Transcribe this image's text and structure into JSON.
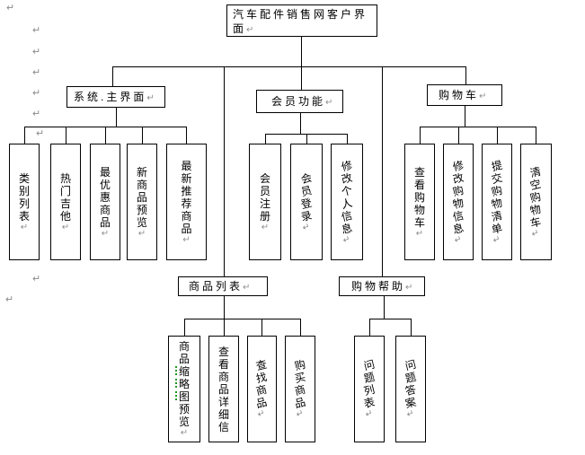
{
  "marks": {
    "return": "↵"
  },
  "colors": {
    "line": "#000000",
    "box_border": "#000000",
    "spellcheck_squiggle": "#1f9a1f",
    "return_mark": "#8f8f8f"
  },
  "diagram": {
    "root": {
      "label": "汽车配件销售网客户界面"
    },
    "branches": {
      "system": {
        "label": "系统.主界面"
      },
      "member": {
        "label": "会员功能"
      },
      "cart": {
        "label": "购物车"
      },
      "products": {
        "label": "商品列表"
      },
      "help": {
        "label": "购物帮助"
      }
    },
    "leaves": {
      "system": [
        "类别列表",
        "热门吉他",
        "最优惠商品",
        "新商品预览",
        "最新推荐商品"
      ],
      "member": [
        "会员注册",
        "会员登录",
        "修改个人信息"
      ],
      "cart": [
        "查看购物车",
        "修改购物信息",
        "提交购物清单",
        "清空购物车"
      ],
      "products": [
        "商品缩略图预览",
        "查看商品详细信",
        "查找商品",
        "购买商品"
      ],
      "help": [
        "问题列表",
        "问题答案"
      ]
    }
  }
}
